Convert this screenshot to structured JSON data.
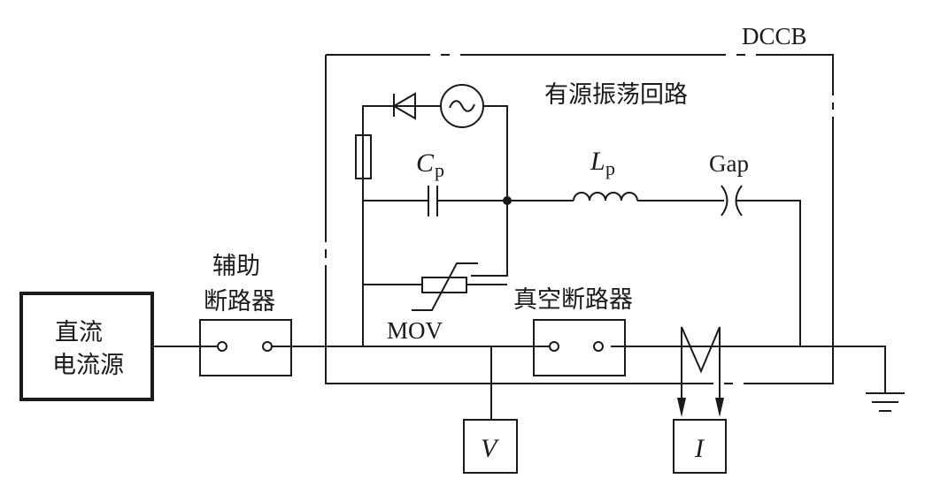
{
  "diagram": {
    "type": "circuit-schematic",
    "enclosure_label": "DCCB",
    "active_oscillation_circuit_label": "有源振荡回路",
    "dc_source": {
      "line1": "直流",
      "line2": "电流源"
    },
    "auxiliary_breaker": {
      "line1": "辅助",
      "line2": "断路器"
    },
    "vacuum_breaker_label": "真空断路器",
    "capacitor": {
      "symbol": "C",
      "subscript": "p"
    },
    "inductor": {
      "symbol": "L",
      "subscript": "p"
    },
    "gap_label": "Gap",
    "mov_label": "MOV",
    "voltage_meter_label": "V",
    "current_meter_label": "I",
    "icons": {
      "diode": "diode-icon",
      "ac_source": "ac-source-icon",
      "resistor": "resistor-icon",
      "ground": "ground-icon",
      "current_sensor": "rogowski-coil-icon"
    }
  }
}
